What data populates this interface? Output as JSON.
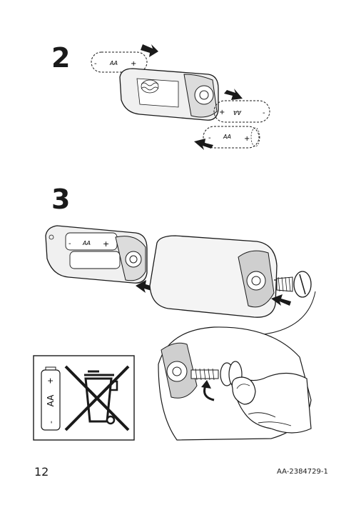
{
  "steps": [
    {
      "number": "2"
    },
    {
      "number": "3"
    }
  ],
  "battery": {
    "label": "AA",
    "plus": "+",
    "minus": "-"
  },
  "footer": {
    "page_number": "12",
    "doc_id": "AA-2384729-1"
  },
  "icons": {
    "disposal": "crossed-out-wheelie-bin-icon",
    "battery": "aa-battery-icon",
    "arrow": "insert-arrow-icon",
    "screw": "screw-icon",
    "rotate": "rotate-arrow-icon"
  }
}
